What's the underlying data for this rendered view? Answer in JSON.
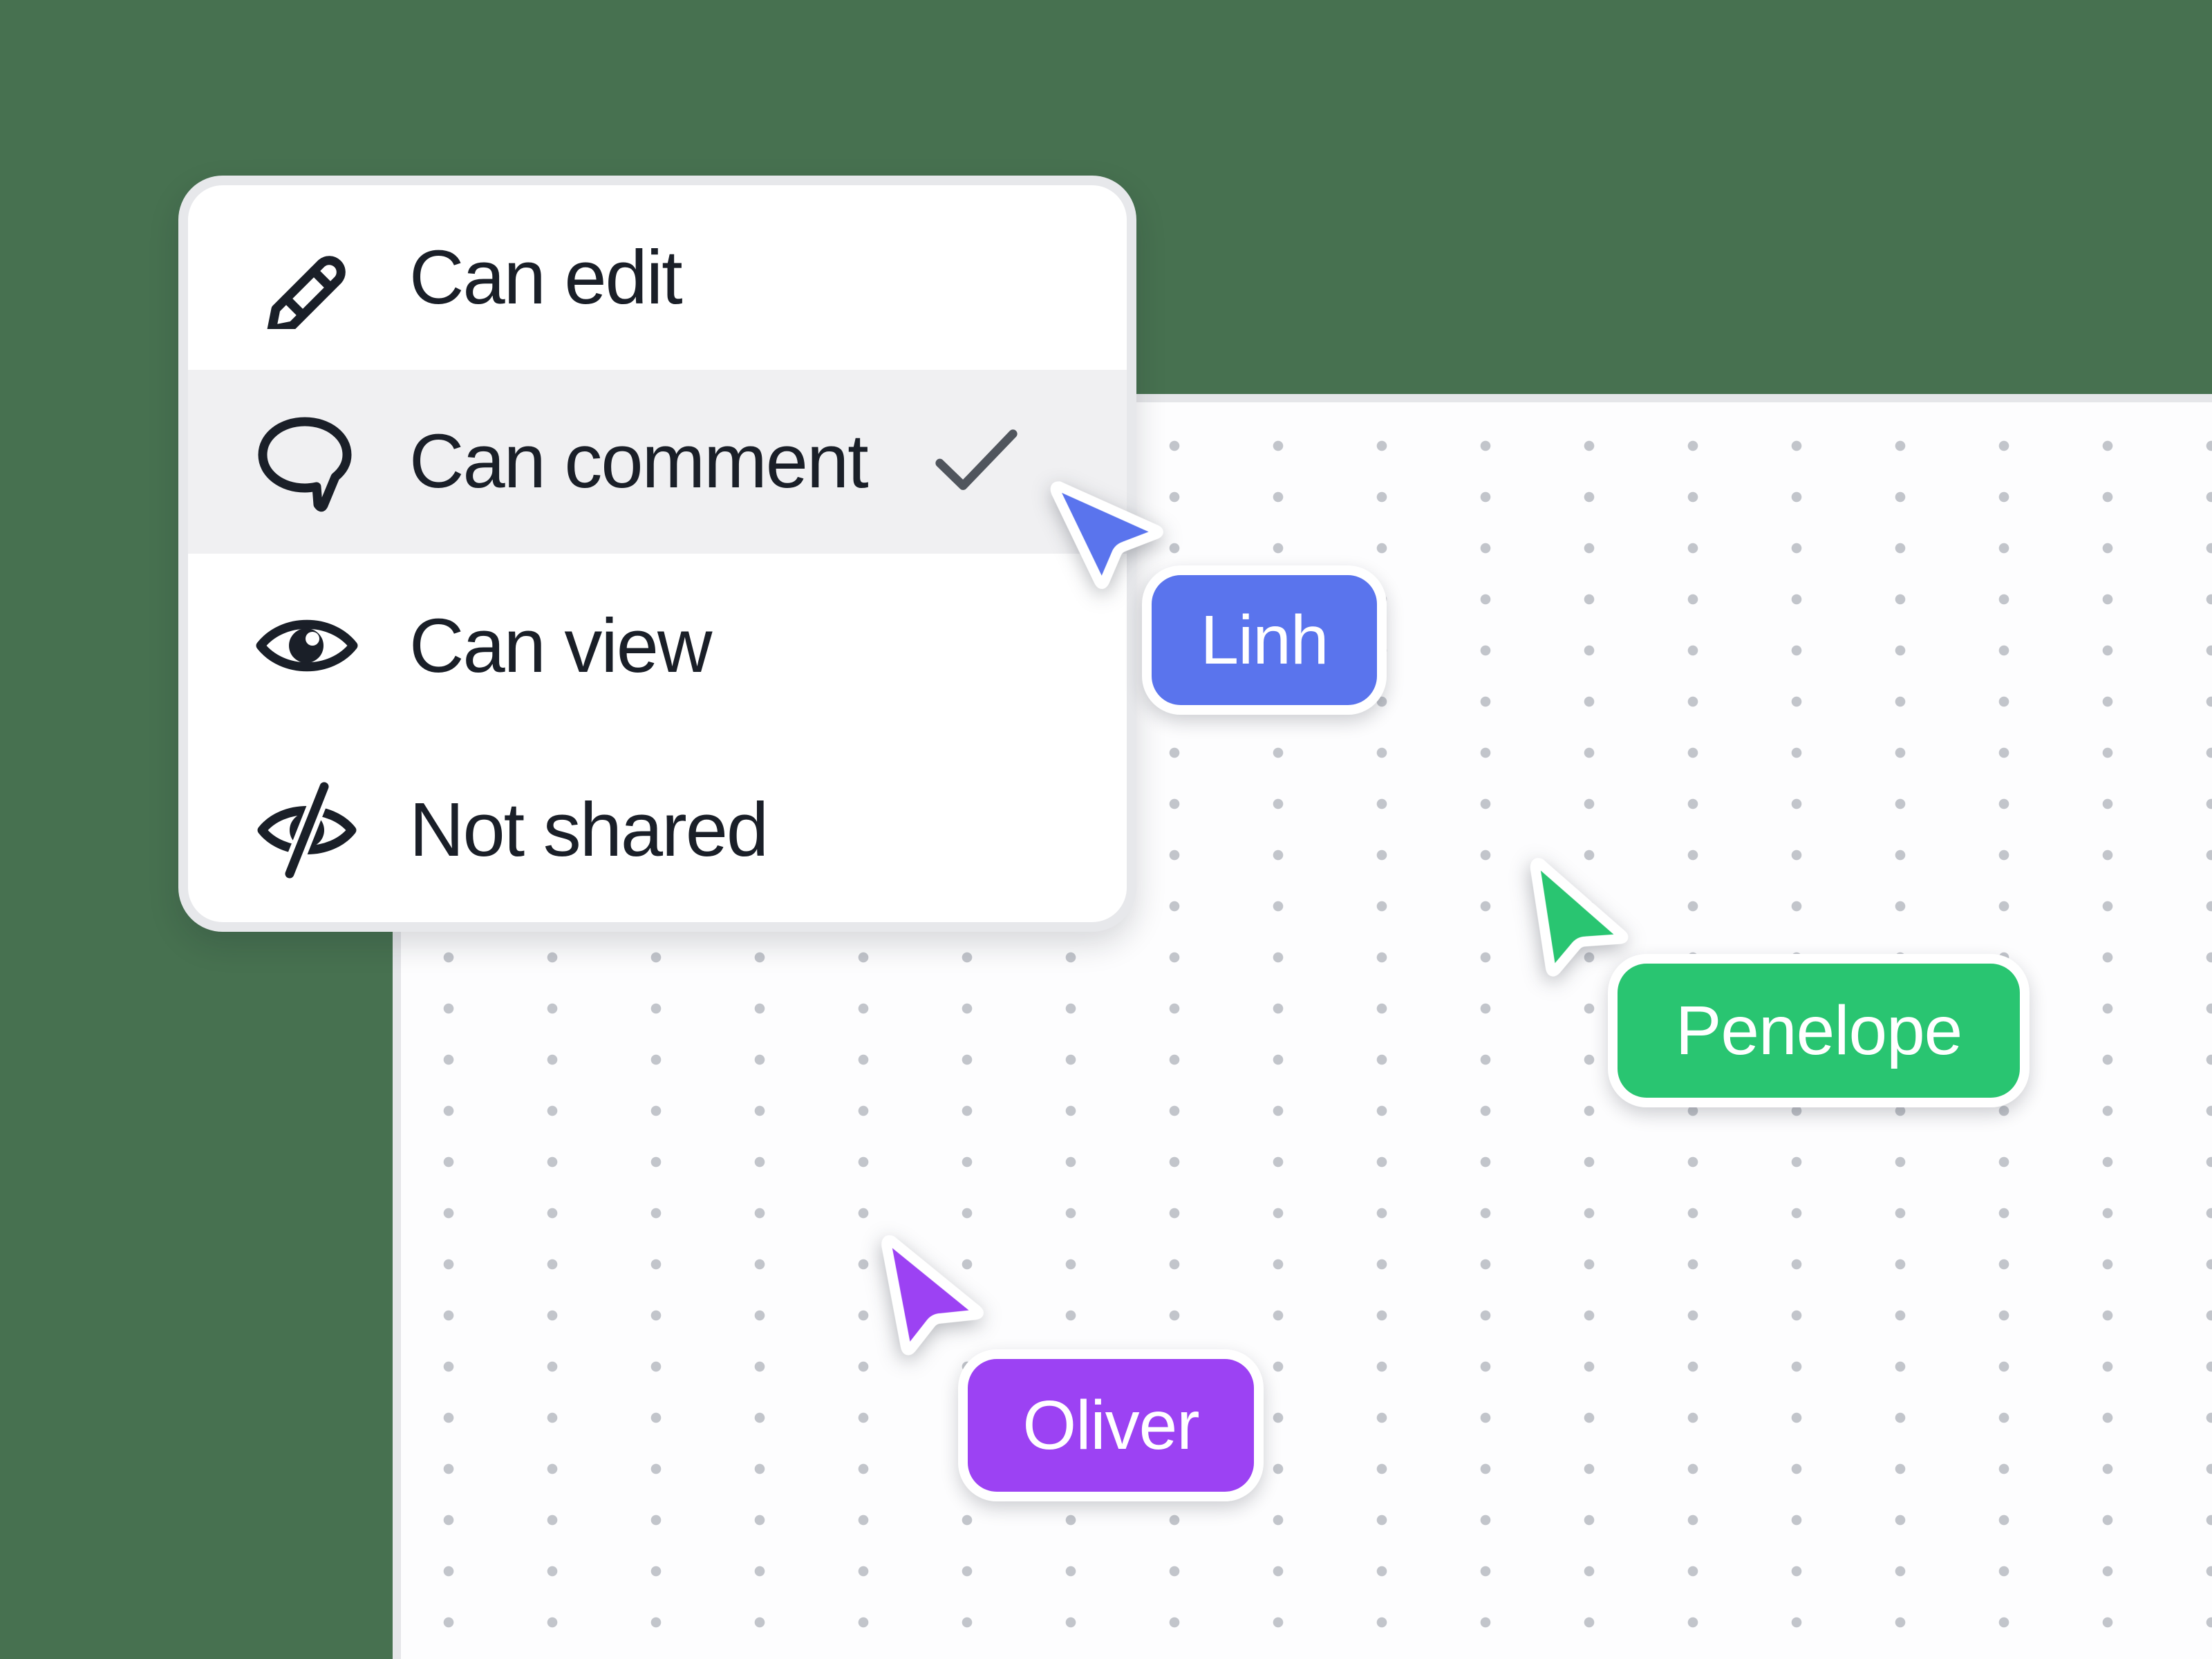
{
  "background": {
    "color": "#477150"
  },
  "canvas": {
    "background": "#FDFDFE",
    "dot_color": "#C2C5CB",
    "edge_color": "#E5E6E9"
  },
  "share_menu": {
    "selected_item": "Can comment",
    "highlight_color": "#F0F0F2",
    "text_color": "#1A1F28",
    "items": [
      {
        "label": "Can edit",
        "icon": "pencil-icon",
        "selected": false
      },
      {
        "label": "Can comment",
        "icon": "comment-bubble-icon",
        "selected": true
      },
      {
        "label": "Can view",
        "icon": "eye-icon",
        "selected": false
      },
      {
        "label": "Not shared",
        "icon": "eye-off-icon",
        "selected": false
      }
    ]
  },
  "collaborator_cursors": [
    {
      "name": "Linh",
      "color": "#5A74ED"
    },
    {
      "name": "Penelope",
      "color": "#29C571"
    },
    {
      "name": "Oliver",
      "color": "#9C42F3"
    }
  ]
}
